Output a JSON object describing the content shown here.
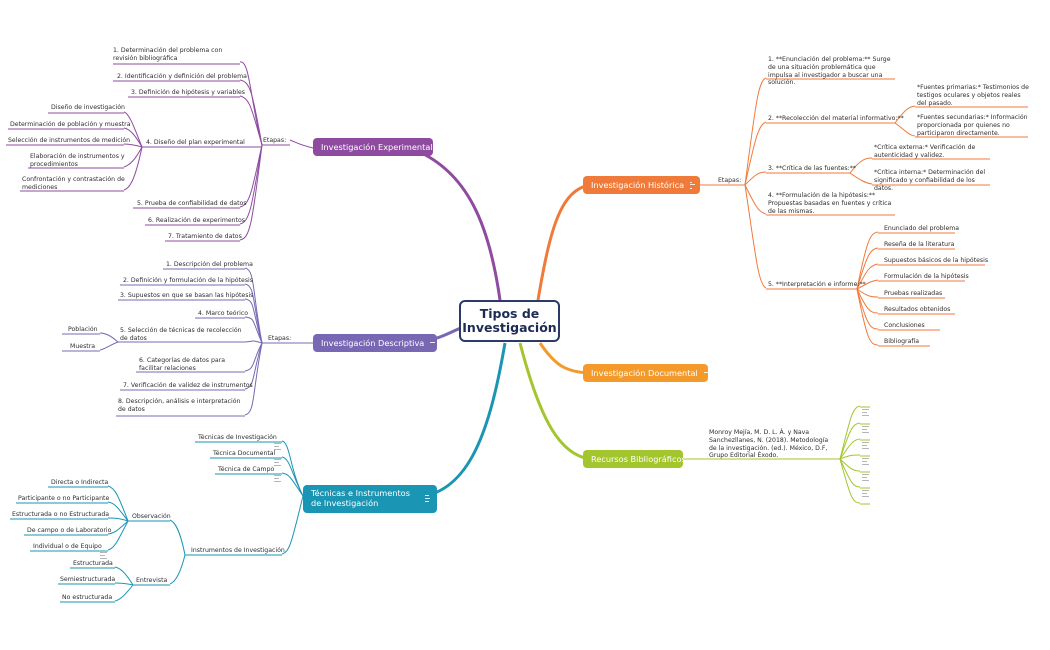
{
  "central": {
    "line1": "Tipos de",
    "line2": "Investigación"
  },
  "colors": {
    "experimental": "#8e4ba0",
    "descriptiva": "#7868b4",
    "tecnicas": "#1a95b3",
    "historica": "#f07a3a",
    "documental": "#f49a2a",
    "recursos": "#a3c52d"
  },
  "experimental": {
    "title": "Investigación Experimental",
    "stage_label": "Etapas:",
    "steps": [
      "1. Determinación del problema con revisión bibliográfica",
      "2. Identificación y definición del problema",
      "3. Definición de hipótesis y variables",
      "4. Diseño del plan experimental",
      "5. Prueba de confiabilidad de datos",
      "6. Realización de experimentos",
      "7. Tratamiento de datos"
    ],
    "plan_sub": [
      "Diseño de investigación",
      "Determinación de población y muestra",
      "Selección de instrumentos de medición",
      "Elaboración de instrumentos y procedimientos",
      "Confrontación y contrastación de mediciones"
    ]
  },
  "descriptiva": {
    "title": "Investigación Descriptiva",
    "stage_label": "Etapas:",
    "steps": [
      "1. Descripción del problema",
      "2. Definición y formulación de la hipótesis",
      "3. Supuestos en que se basan las hipótesis",
      "4. Marco teórico",
      "5. Selección de técnicas de recolección de datos",
      "6. Categorías de datos para facilitar relaciones",
      "7. Verificación de validez de instrumentos",
      "8. Descripción, análisis e interpretación de datos"
    ],
    "seleccion_sub": [
      "Población",
      "Muestra"
    ]
  },
  "tecnicas": {
    "title": "Técnicas e Instrumentos de Investigación",
    "items": [
      "Técnicas de Investigación",
      "Técnica Documental",
      "Técnica de Campo"
    ],
    "instrumentos": "Instrumentos de Investigación",
    "observacion": "Observación",
    "observacion_sub": [
      "Directa o Indirecta",
      "Participante o no Participante",
      "Estructurada o no Estructurada",
      "De campo o de Laboratorio",
      "Individual o de Equipo"
    ],
    "entrevista": "Entrevista",
    "entrevista_sub": [
      "Estructurada",
      "Semiestructurada",
      "No estructurada"
    ]
  },
  "historica": {
    "title": "Investigación Histórica",
    "stage_label": "Etapas:",
    "step1": "1. **Enunciación del problema:** Surge de una situación problemática que impulsa al investigador a buscar una solución.",
    "step2": "2. **Recolección del material informativo:**",
    "step2_sub": [
      "*Fuentes primarias:* Testimonios de testigos oculares y objetos reales del pasado.",
      "*Fuentes secundarias:* Información proporcionada por quienes no participaron directamente."
    ],
    "step3": "3. **Crítica de las fuentes:**",
    "step3_sub": [
      "*Crítica externa:* Verificación de autenticidad y validez.",
      "*Crítica interna:* Determinación del significado y confiabilidad de los datos."
    ],
    "step4": "4. **Formulación de la hipótesis:** Propuestas basadas en fuentes y crítica de las mismas.",
    "step5": "5. **Interpretación e informe:**",
    "step5_sub": [
      "Enunciado del problema",
      "Reseña de la literatura",
      "Supuestos básicos de la hipótesis",
      "Formulación de la hipótesis",
      "Pruebas realizadas",
      "Resultados obtenidos",
      "Conclusiones",
      "Bibliografía"
    ]
  },
  "documental": {
    "title": "Investigación Documental"
  },
  "recursos": {
    "title": "Recursos Bibliográficos",
    "reference": "Monroy Mejía, M. D. L. Á. y Nava Sanchezllanes, N. (2018). Metodología de la investigación. (ed.). México, D.F, Grupo Editorial Éxodo."
  }
}
